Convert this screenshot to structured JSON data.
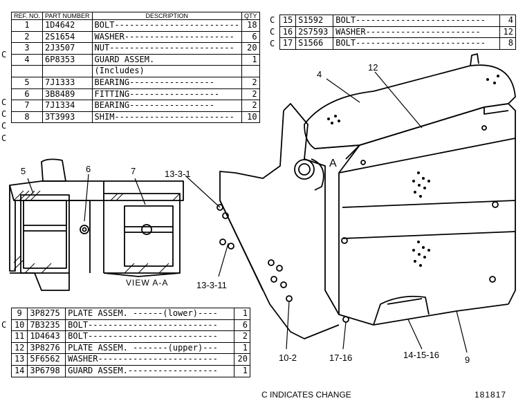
{
  "table_top": {
    "headers": {
      "ref": "REF. NO.",
      "part": "PART NUMBER",
      "desc": "DESCRIPTION",
      "qty": "QTY"
    },
    "rows": [
      {
        "mark": "",
        "ref": "1",
        "part": "1D4642",
        "desc": "BOLT-------------------------",
        "qty": "18"
      },
      {
        "mark": "C",
        "ref": "2",
        "part": "2S1654",
        "desc": "WASHER----------------------",
        "qty": "6"
      },
      {
        "mark": "",
        "ref": "3",
        "part": "2J3507",
        "desc": "NUT-------------------------",
        "qty": "20"
      },
      {
        "mark": "",
        "ref": "4",
        "part": "6P8353",
        "desc": "GUARD ASSEM.",
        "qty": "1"
      },
      {
        "mark": "",
        "ref": "",
        "part": "",
        "desc": "  (Includes)",
        "qty": ""
      },
      {
        "mark": "C",
        "ref": "5",
        "part": "7J1333",
        "desc": "  BEARING-----------------",
        "qty": "2"
      },
      {
        "mark": "C",
        "ref": "6",
        "part": "3B8489",
        "desc": "  FITTING------------------",
        "qty": "2"
      },
      {
        "mark": "C",
        "ref": "7",
        "part": "7J1334",
        "desc": "  BEARING-----------------",
        "qty": "2"
      },
      {
        "mark": "C",
        "ref": "8",
        "part": "3T3993",
        "desc": "SHIM------------------------",
        "qty": "10"
      }
    ]
  },
  "table_right": {
    "rows": [
      {
        "mark": "C",
        "ref": "15",
        "part": "S1592",
        "desc": "BOLT--------------------------",
        "qty": "4"
      },
      {
        "mark": "C",
        "ref": "16",
        "part": "2S7593",
        "desc": "WASHER-----------------------",
        "qty": "12"
      },
      {
        "mark": "C",
        "ref": "17",
        "part": "S1566",
        "desc": "BOLT--------------------------",
        "qty": "8"
      }
    ]
  },
  "table_bottom": {
    "rows": [
      {
        "mark": "",
        "ref": "9",
        "part": "3P8275",
        "desc": "PLATE ASSEM. ------(lower)----",
        "qty": "1"
      },
      {
        "mark": "C",
        "ref": "10",
        "part": "7B3235",
        "desc": "BOLT--------------------------",
        "qty": "6"
      },
      {
        "mark": "",
        "ref": "11",
        "part": "1D4643",
        "desc": "BOLT--------------------------",
        "qty": "2"
      },
      {
        "mark": "",
        "ref": "12",
        "part": "3P8276",
        "desc": "PLATE ASSEM. -------(upper)---",
        "qty": "1"
      },
      {
        "mark": "",
        "ref": "13",
        "part": "5F6562",
        "desc": "WASHER------------------------",
        "qty": "20"
      },
      {
        "mark": "",
        "ref": "14",
        "part": "3P6798",
        "desc": "GUARD ASSEM.------------------",
        "qty": "1"
      }
    ]
  },
  "callouts": {
    "c4": "4",
    "c12": "12",
    "cA": "A",
    "c5": "5",
    "c6": "6",
    "c7": "7",
    "c1331": "13-3-1",
    "c13311": "13-3-11",
    "c102": "10-2",
    "c1716": "17-16",
    "c141516": "14-15-16",
    "c9": "9"
  },
  "view_label": "VIEW A-A",
  "footer": {
    "change_note": "C INDICATES CHANGE",
    "figure_number": "181817"
  }
}
